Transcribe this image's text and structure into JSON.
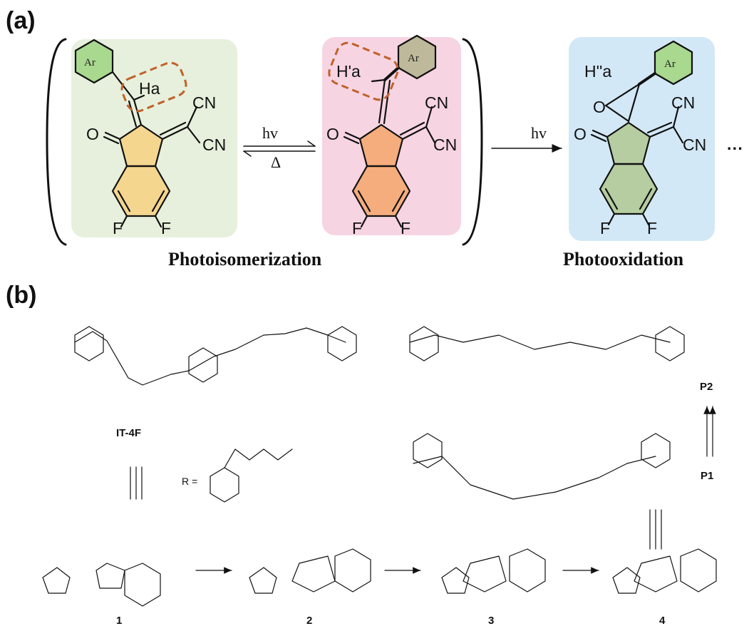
{
  "panels": {
    "a": "(a)",
    "b": "(b)"
  },
  "colors": {
    "box_green": "#e6f0dc",
    "box_pink": "#f7d4e2",
    "box_blue": "#d3e8f6",
    "hex_green": "#a9d88f",
    "hex_olive": "#bdb99a",
    "ring_yellow": "#f5d68f",
    "ring_orange": "#f5ad7d",
    "ring_green": "#b5cda0",
    "dashed_box": "#c0622a"
  },
  "panel_a": {
    "molecule_1": {
      "ar": "Ar",
      "h": "Ha",
      "cn1": "CN",
      "cn2": "CN",
      "o": "O",
      "f1": "F",
      "f2": "F"
    },
    "molecule_2": {
      "ar": "Ar",
      "h": "H'a",
      "cn1": "CN",
      "cn2": "CN",
      "o": "O",
      "f1": "F",
      "f2": "F"
    },
    "molecule_3": {
      "ar": "Ar",
      "h": "H''a",
      "o_epoxide": "O",
      "cn1": "CN",
      "cn2": "CN",
      "o": "O",
      "f1": "F",
      "f2": "F"
    },
    "arrow_1_top": "hv",
    "arrow_1_bottom": "Δ",
    "arrow_2_top": "hv",
    "ellipsis": "···",
    "caption_1": "Photoisomerization",
    "caption_2": "Photooxidation"
  },
  "panel_b": {
    "it4f_label": "IT-4F",
    "r_def": "R =",
    "p1": "P1",
    "p2": "P2",
    "steps": [
      "1",
      "2",
      "3",
      "4"
    ]
  }
}
